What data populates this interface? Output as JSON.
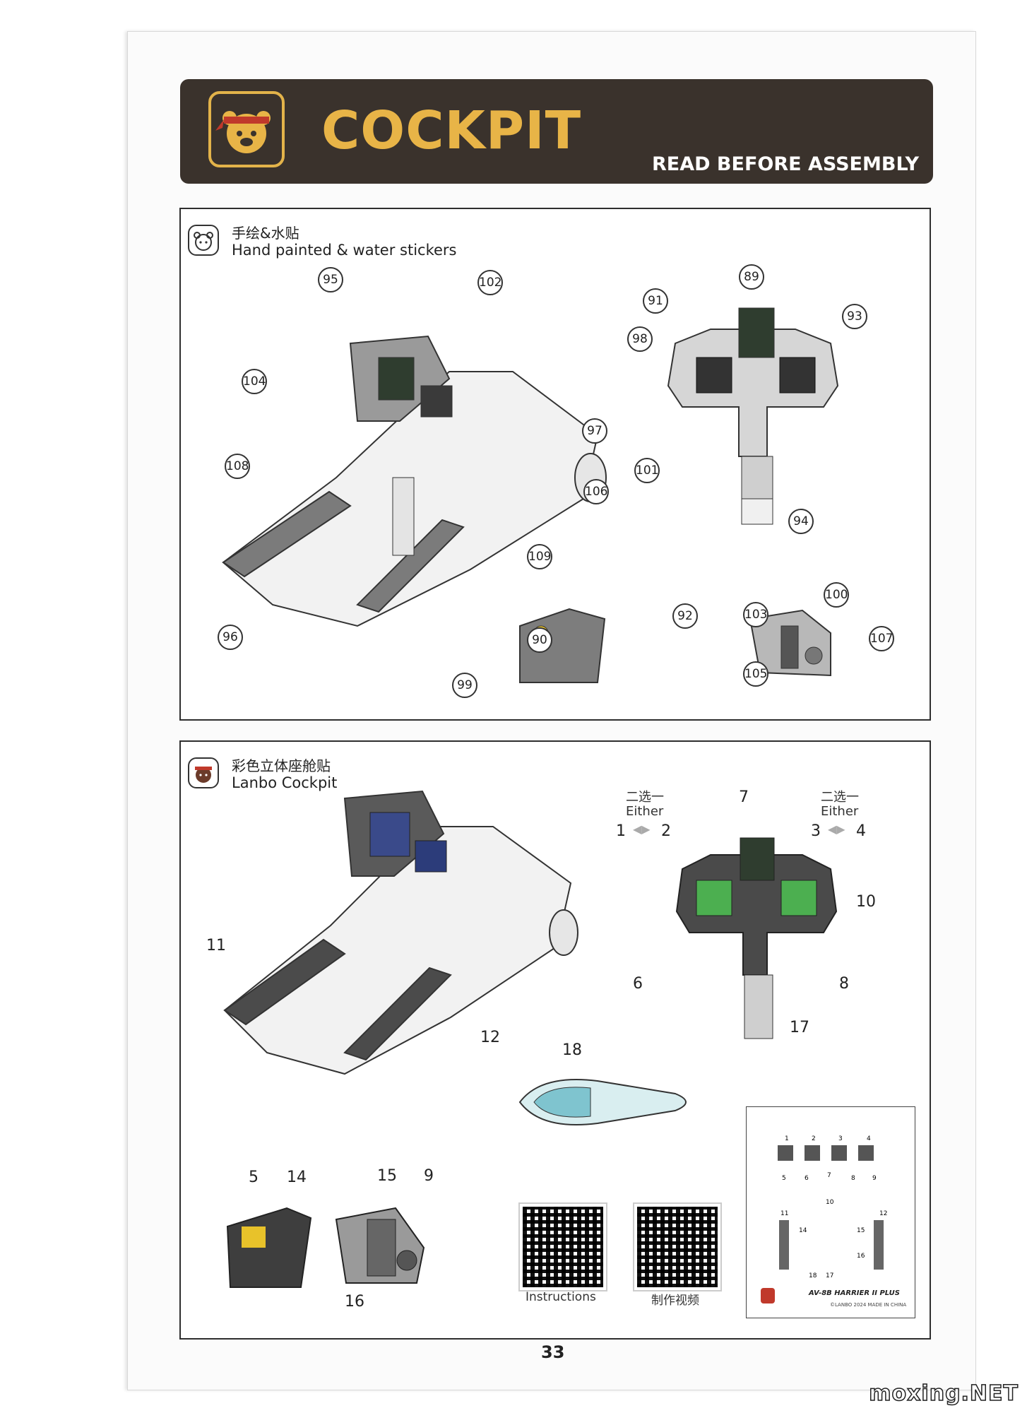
{
  "header": {
    "title": "COCKPIT",
    "subtitle": "READ BEFORE ASSEMBLY"
  },
  "section1": {
    "title_cn": "手绘&水贴",
    "title_en": "Hand painted & water stickers",
    "callouts": [
      "95",
      "102",
      "104",
      "97",
      "108",
      "106",
      "109",
      "96",
      "99",
      "89",
      "91",
      "93",
      "98",
      "101",
      "94",
      "92",
      "90",
      "100",
      "103",
      "107",
      "105"
    ]
  },
  "section2": {
    "title_cn": "彩色立体座舱贴",
    "title_en": "Lanbo Cockpit",
    "either_cn": "二选一",
    "either_en": "Either",
    "labels": {
      "l11": "11",
      "l12": "12",
      "l7": "7",
      "l1": "1",
      "l2": "2",
      "l3": "3",
      "l4": "4",
      "l10": "10",
      "l6": "6",
      "l8": "8",
      "l17": "17",
      "l18": "18",
      "l5": "5",
      "l14": "14",
      "l15": "15",
      "l9": "9",
      "l16": "16"
    },
    "qr_labels": [
      "Instructions",
      "制作视频"
    ]
  },
  "decal_sheet": {
    "numbers": [
      "1",
      "2",
      "3",
      "4",
      "5",
      "6",
      "7",
      "8",
      "9",
      "10",
      "11",
      "12",
      "14",
      "15",
      "16",
      "17",
      "18"
    ],
    "product_name": "AV-8B HARRIER II PLUS",
    "footer": "©LANBO 2024 MADE IN CHINA"
  },
  "page_number": "33",
  "watermark": "moxing.NET"
}
